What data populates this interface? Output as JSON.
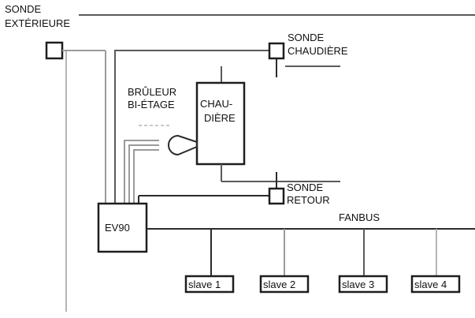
{
  "labels": {
    "outdoor_sensor_line1": "SONDE",
    "outdoor_sensor_line2": "EXTÉRIEURE",
    "boiler_sensor_line1": "SONDE",
    "boiler_sensor_line2": "CHAUDIÈRE",
    "burner_line1": "BRÛLEUR",
    "burner_line2": "BI-ÉTAGE",
    "boiler_line1": "CHAU-",
    "boiler_line2": "DIÈRE",
    "return_sensor_line1": "SONDE",
    "return_sensor_line2": "RETOUR",
    "controller": "EV90",
    "bus": "FANBUS"
  },
  "slaves": [
    {
      "label": "slave 1"
    },
    {
      "label": "slave 2"
    },
    {
      "label": "slave 3"
    },
    {
      "label": "slave 4"
    }
  ]
}
